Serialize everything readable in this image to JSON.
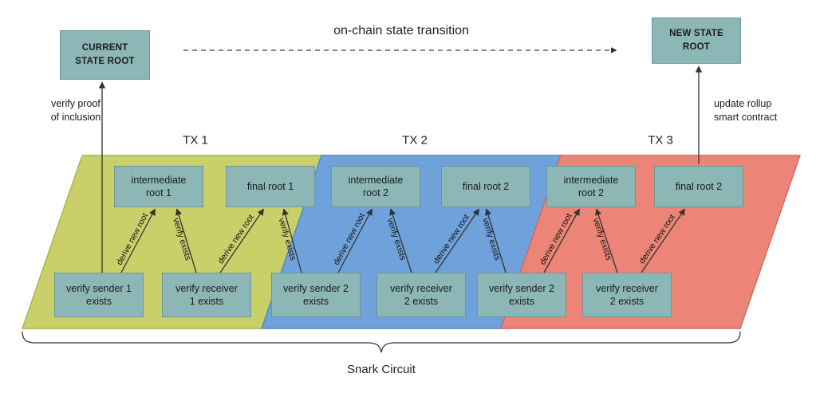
{
  "diagram_title": "on-chain state transition",
  "state_roots": {
    "current": "CURRENT\nSTATE ROOT",
    "new": "NEW STATE\nROOT"
  },
  "annotations": {
    "verify_proof": "verify proof\nof inclusion",
    "update_rollup": "update rollup\nsmart contract"
  },
  "transactions": [
    {
      "label": "TX 1",
      "color": "#c9d06a",
      "border_color": "#a9b34c",
      "intermediate_root": "intermediate\nroot 1",
      "final_root": "final root 1",
      "verify_sender": "verify sender 1\nexists",
      "verify_receiver": "verify receiver\n1 exists"
    },
    {
      "label": "TX 2",
      "color": "#6fa2da",
      "border_color": "#5586c1",
      "intermediate_root": "intermediate\nroot 2",
      "final_root": "final root 2",
      "verify_sender": "verify sender 2\nexists",
      "verify_receiver": "verify receiver\n2 exists"
    },
    {
      "label": "TX 3",
      "color": "#ec8577",
      "border_color": "#d2695b",
      "intermediate_root": "intermediate\nroot 2",
      "final_root": "final root 2",
      "verify_sender": "verify sender 2\nexists",
      "verify_receiver": "verify receiver\n2 exists"
    }
  ],
  "edge_labels": {
    "derive_new_root": "derive new root",
    "verify_exists": "verify exists"
  },
  "footer": {
    "circuit_label": "Snark Circuit"
  },
  "colors": {
    "node_fill": "#8db6b6",
    "node_border": "#6d9797",
    "arrow": "#333333"
  }
}
